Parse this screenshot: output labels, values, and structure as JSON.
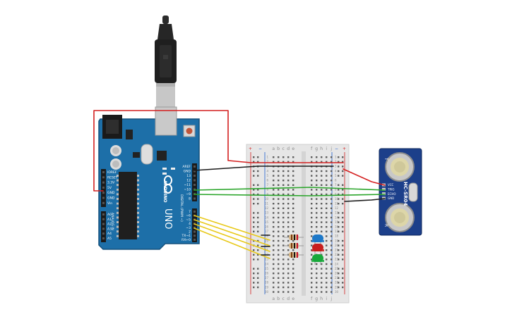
{
  "arduino": {
    "brand": "ARDUINO",
    "model": "UNO",
    "digital_header": "DIGITAL (PWM ~)",
    "analog_header": "ANALOG IN",
    "top_pins": [
      "AREF",
      "GND",
      "13",
      "12",
      "~11",
      "~10",
      "~9",
      "8"
    ],
    "bottom_pins": [
      "7",
      "~6",
      "~5",
      "4",
      "~3",
      "2",
      "TX→1",
      "RX←0"
    ],
    "power_pins": [
      "IOREF",
      "RESET",
      "3.3V",
      "5V",
      "GND",
      "GND",
      "Vin"
    ],
    "analog_pins": [
      "A0",
      "A1",
      "A2",
      "A3",
      "A4",
      "A5"
    ]
  },
  "breadboard": {
    "columns_left": [
      "a",
      "b",
      "c",
      "d",
      "e"
    ],
    "columns_right": [
      "f",
      "g",
      "h",
      "i",
      "j"
    ],
    "rail_plus": "+",
    "rail_minus": "−",
    "row_numbers": [
      "1",
      "2",
      "3",
      "4",
      "5",
      "6",
      "7",
      "8",
      "9",
      "10",
      "11",
      "12",
      "13",
      "14",
      "15",
      "16",
      "17",
      "18",
      "19",
      "20",
      "21",
      "22",
      "23",
      "24",
      "25",
      "26",
      "27",
      "28",
      "29",
      "30"
    ]
  },
  "sensor": {
    "model": "HC-SR04",
    "pins": [
      "VCC",
      "TRIG",
      "ECHO",
      "GND"
    ],
    "left_label": "T",
    "right_label": "R"
  },
  "leds": [
    {
      "name": "blue",
      "color": "#1e78c8"
    },
    {
      "name": "red",
      "color": "#c81e1e"
    },
    {
      "name": "green",
      "color": "#18a83a"
    }
  ],
  "colors": {
    "board": "#1d6fa8",
    "board_edge": "#15517c",
    "wire_red": "#d42020",
    "wire_black": "#1b1b1b",
    "wire_green": "#2aa52a",
    "wire_yellow": "#e8c91a",
    "sensor_board": "#1c3f8a"
  }
}
